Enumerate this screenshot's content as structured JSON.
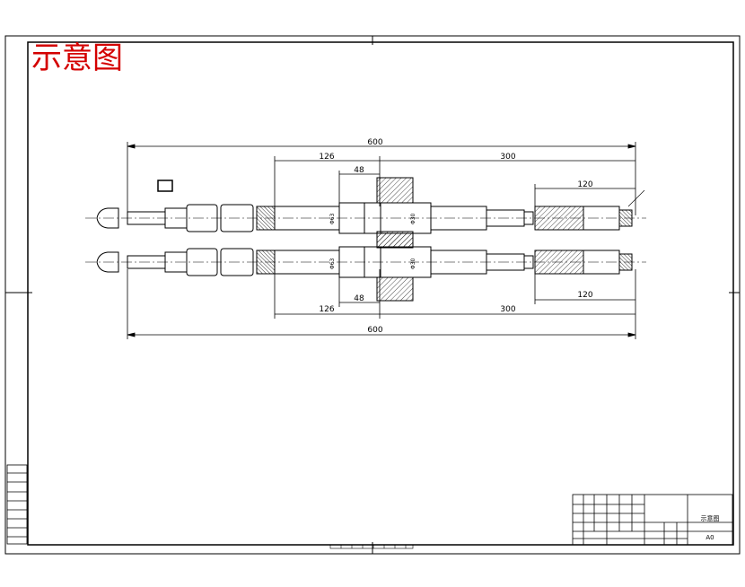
{
  "title": "示意图",
  "dimensions": {
    "overall": "600",
    "left_section": "126",
    "mid_section": "48",
    "right_section": "300",
    "end_section": "120"
  },
  "size_marks": {
    "left_dia": "Φ63",
    "right_dia": "Φ30"
  },
  "title_block": {
    "format": "A0",
    "drawing_name": "示意图"
  },
  "colors": {
    "line": "#000000",
    "title_red": "#d40000",
    "background": "#ffffff"
  }
}
